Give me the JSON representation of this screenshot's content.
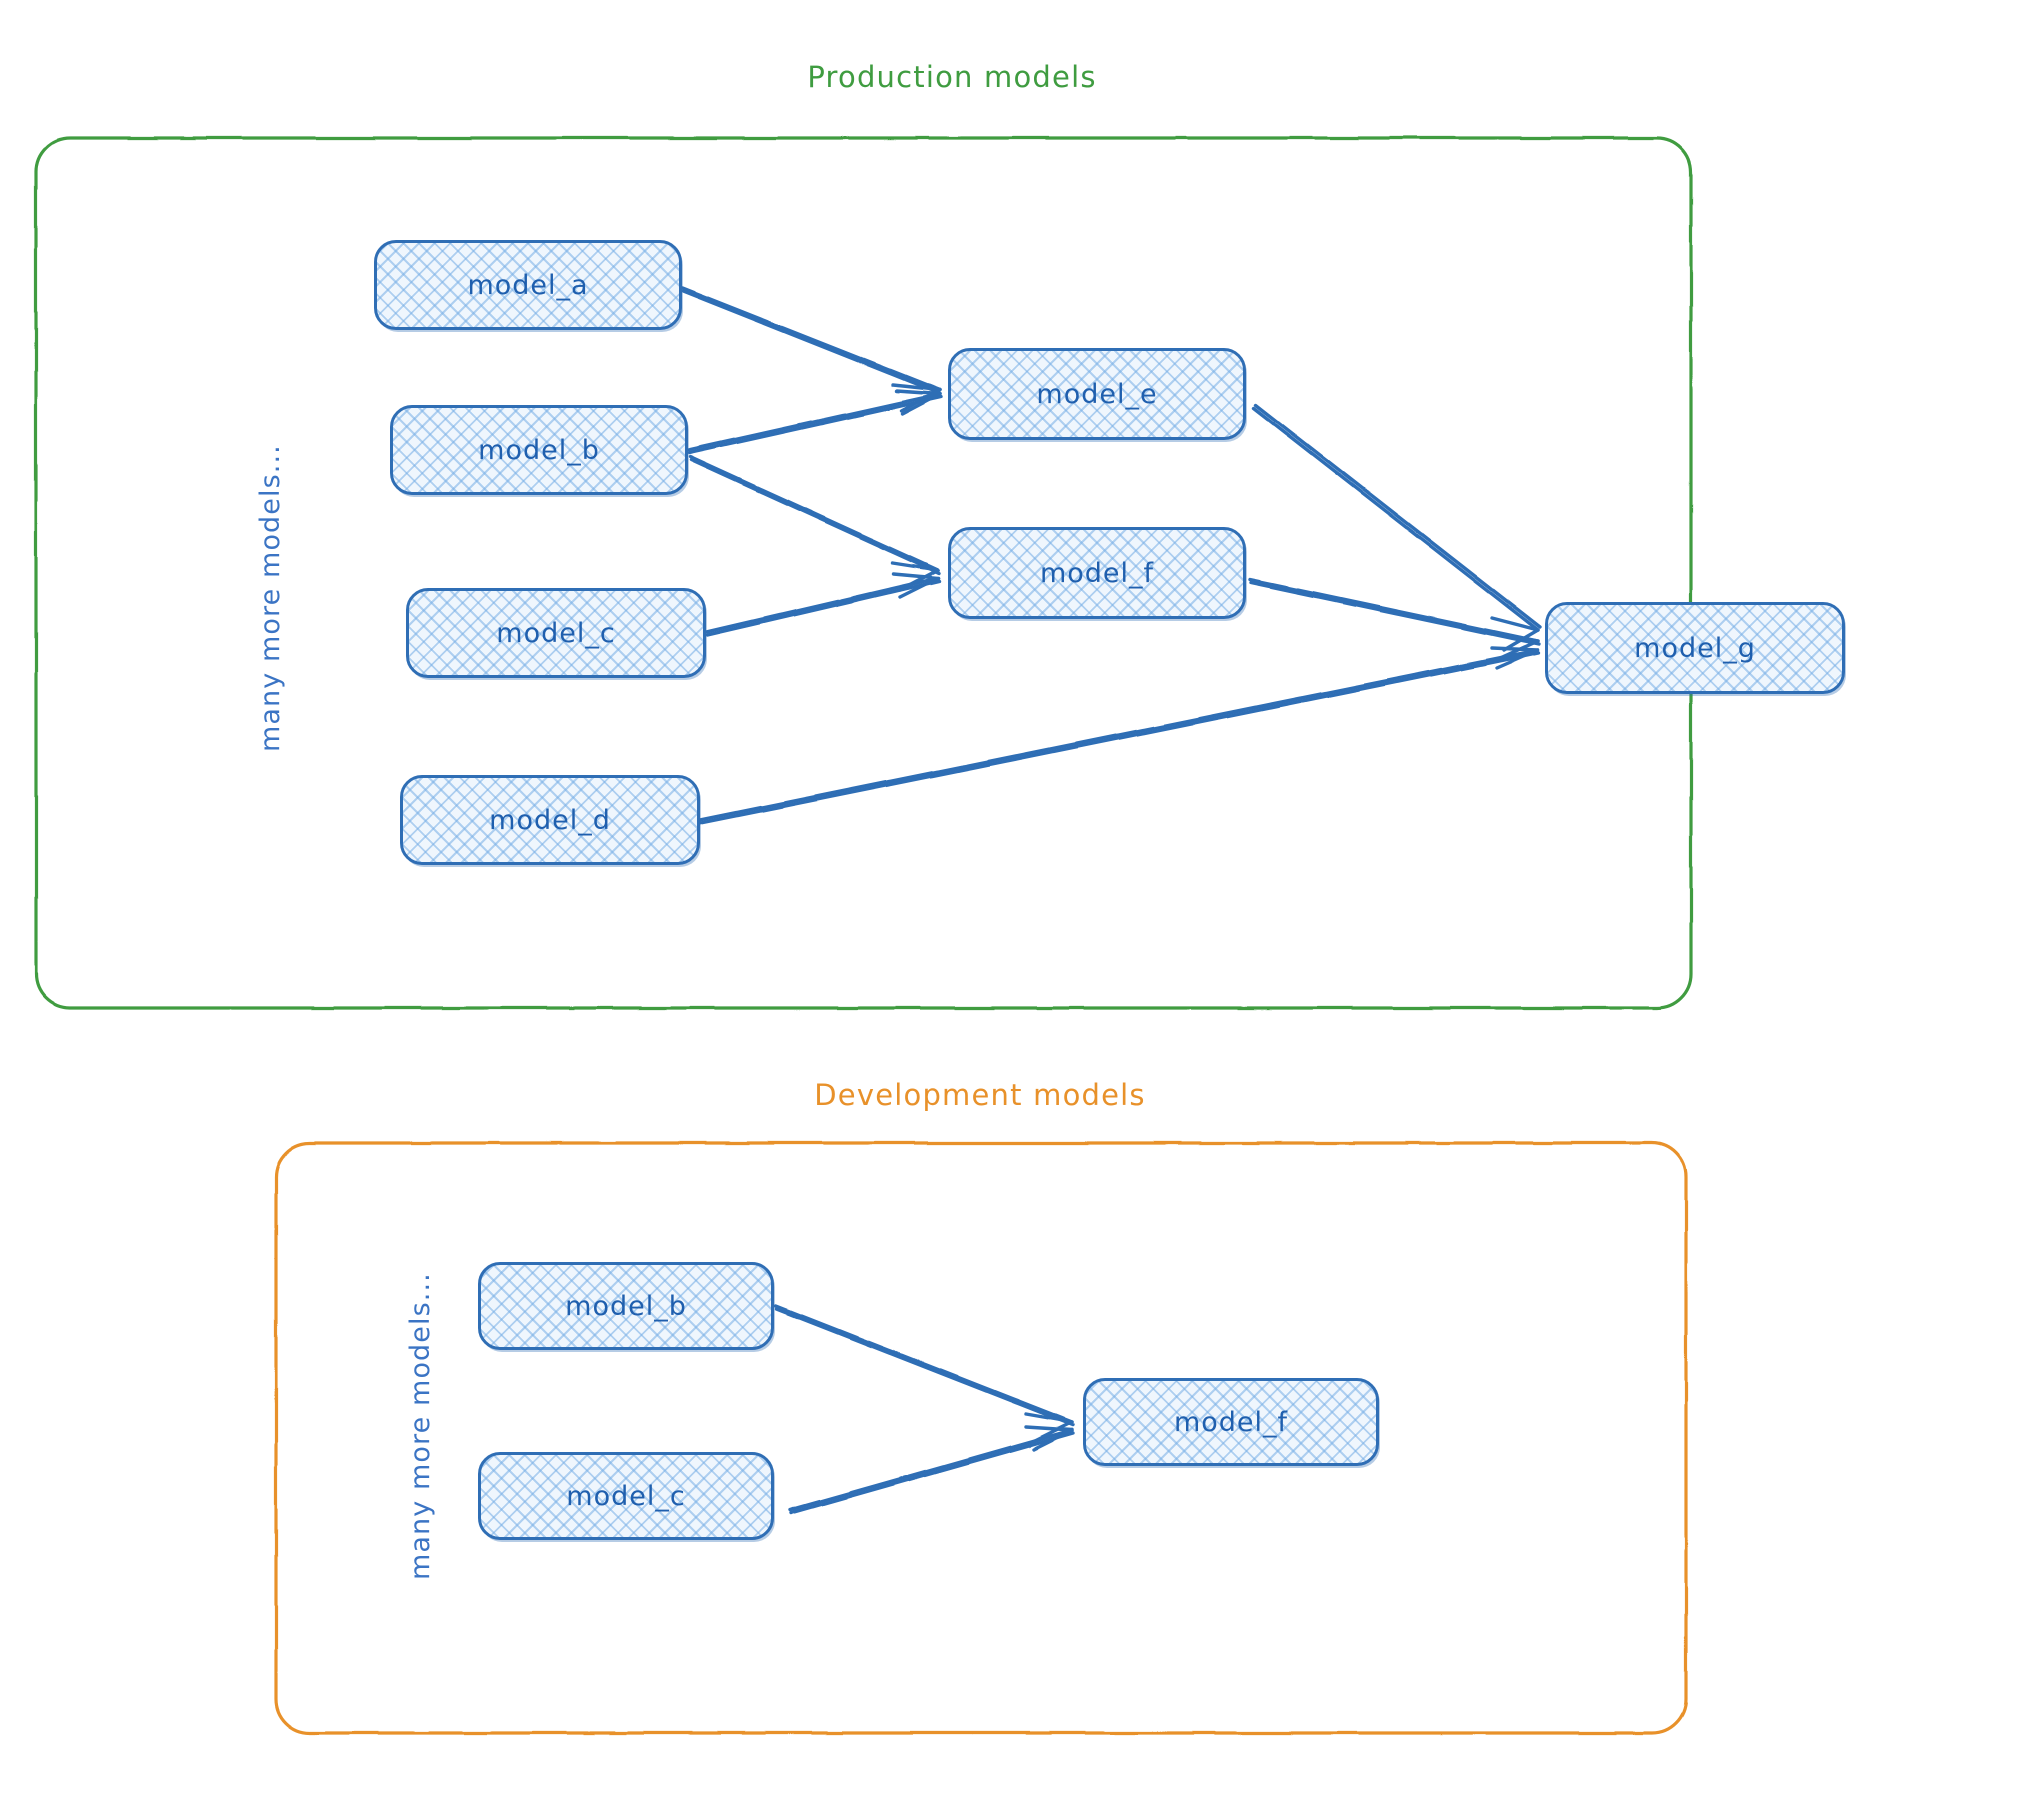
{
  "diagram": {
    "title_production": "Production models",
    "title_development": "Development models",
    "colors": {
      "production_border": "#3f9c40",
      "development_border": "#e8912a",
      "node_border": "#2f6eb5",
      "node_fill": "#eff6fd",
      "node_text": "#1f5fae",
      "edge": "#2f6eb5",
      "label_text": "#3b74c4"
    }
  },
  "production": {
    "title": "Production models",
    "aside_label": "many more models...",
    "nodes": [
      {
        "id": "model_a",
        "label": "model_a"
      },
      {
        "id": "model_b",
        "label": "model_b"
      },
      {
        "id": "model_c",
        "label": "model_c"
      },
      {
        "id": "model_d",
        "label": "model_d"
      },
      {
        "id": "model_e",
        "label": "model_e"
      },
      {
        "id": "model_f",
        "label": "model_f"
      },
      {
        "id": "model_g",
        "label": "model_g"
      }
    ],
    "edges": [
      {
        "from": "model_a",
        "to": "model_e"
      },
      {
        "from": "model_b",
        "to": "model_e"
      },
      {
        "from": "model_b",
        "to": "model_f"
      },
      {
        "from": "model_c",
        "to": "model_f"
      },
      {
        "from": "model_e",
        "to": "model_g"
      },
      {
        "from": "model_f",
        "to": "model_g"
      },
      {
        "from": "model_d",
        "to": "model_g"
      }
    ]
  },
  "development": {
    "title": "Development models",
    "aside_label": "many more models...",
    "nodes": [
      {
        "id": "dev_model_b",
        "label": "model_b"
      },
      {
        "id": "dev_model_c",
        "label": "model_c"
      },
      {
        "id": "dev_model_f",
        "label": "model_f"
      }
    ],
    "edges": [
      {
        "from": "dev_model_b",
        "to": "dev_model_f"
      },
      {
        "from": "dev_model_c",
        "to": "dev_model_f"
      }
    ]
  }
}
